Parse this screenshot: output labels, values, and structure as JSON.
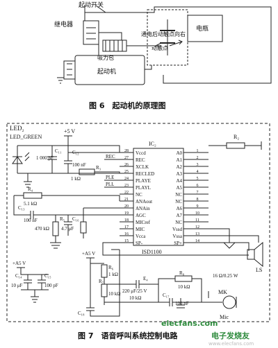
{
  "fig6": {
    "caption": "图 6　起动机的原理图",
    "switch_label": "起动开关",
    "relay_label": "继电器",
    "battery_label": "电瓶",
    "coil_label": "吸力包",
    "fixed_contact_label": "通电后动触点向右",
    "moving_contact_label": "动触点",
    "starter_label": "起动机"
  },
  "fig7": {
    "caption": "图 7　语音呼叫系统控制电路",
    "led2": "LED₂",
    "led_green": "LED_GREEN",
    "c11": "C₁₁",
    "c11_val": "1 000 pF",
    "c12": "C₁₂",
    "c12_val": "100 nF",
    "r3": "R₃",
    "r3_val": "1 kΩ",
    "r4": "R₄",
    "r4_val": "5.1 kΩ",
    "c13": "C₁₃",
    "c13_val": "100 nF",
    "r5_val": "470 kΩ",
    "r5": "R₅",
    "c16_left_val": "4.7 μF",
    "c16_left": "C₁₆",
    "vcc5": "+5 V",
    "ic_label": "IC₂",
    "ic_name": "ISD1100",
    "sig_rec": "REC",
    "sig_ple": "PLE",
    "sig_pll": "PLL",
    "left_pins": [
      "Vccd",
      "REC",
      "XCLK",
      "RECLED",
      "PLAYE",
      "PLAYL",
      "NC",
      "ANAout",
      "ANAin",
      "AGC",
      "MICref",
      "MIC",
      "Vcca",
      "SP-"
    ],
    "left_pin_nums": [
      "28",
      "27",
      "26",
      "25",
      "24",
      "23",
      "22",
      "21",
      "20",
      "19",
      "18",
      "17",
      "16",
      "15"
    ],
    "right_pins": [
      "A0",
      "A1",
      "A2",
      "A3",
      "A4",
      "A5",
      "NC",
      "NC",
      "A6",
      "A7",
      "NC",
      "Vssd",
      "Vssa",
      "SP+"
    ],
    "right_pin_nums": [
      "1",
      "2",
      "3",
      "4",
      "5",
      "6",
      "7",
      "8",
      "9",
      "10",
      "11",
      "12",
      "13",
      "14"
    ],
    "r2": "R₂",
    "a5v_left": "+A5 V",
    "c14": "C₁₄",
    "c15": "C₁₅",
    "c14_val": "10 μF",
    "c15_val": "100 pF",
    "a5v_mid": "+A5 V",
    "r6": "R₆",
    "r6_val": "1 kΩ",
    "r7": "R₇",
    "r7_val": "10 kΩ",
    "c_mid_val": "220 μF/25 V",
    "e4": "E₄",
    "r8": "R₈",
    "r8_val": "10 kΩ",
    "r9_val": "10 kΩ",
    "c17": "C₁₇",
    "c17_val": "100 nF",
    "c18": "C₁₈",
    "mk": "MK",
    "mic": "Mic",
    "ls": "LS",
    "ls_val": "16 Ω/0.25 W"
  },
  "watermark": {
    "site": "elecfans.com",
    "site_cn": "电子发烧友",
    "site_url": "www.elecfans.com"
  }
}
